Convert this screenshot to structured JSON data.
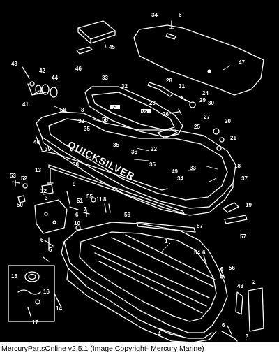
{
  "diagram": {
    "brand_text": "QUICKSILVER",
    "decal_text": "QS",
    "labels": [
      {
        "id": "34a",
        "text": "34"
      },
      {
        "id": "6a",
        "text": "6"
      },
      {
        "id": "45",
        "text": "45"
      },
      {
        "id": "46",
        "text": "46"
      },
      {
        "id": "47",
        "text": "47"
      },
      {
        "id": "43",
        "text": "43"
      },
      {
        "id": "42",
        "text": "42"
      },
      {
        "id": "44",
        "text": "44"
      },
      {
        "id": "41",
        "text": "41"
      },
      {
        "id": "33a",
        "text": "33"
      },
      {
        "id": "32a",
        "text": "32"
      },
      {
        "id": "28",
        "text": "28"
      },
      {
        "id": "31",
        "text": "31"
      },
      {
        "id": "24",
        "text": "24"
      },
      {
        "id": "29",
        "text": "29"
      },
      {
        "id": "30",
        "text": "30"
      },
      {
        "id": "58a",
        "text": "58"
      },
      {
        "id": "8a",
        "text": "8"
      },
      {
        "id": "32b",
        "text": "32"
      },
      {
        "id": "58b",
        "text": "58"
      },
      {
        "id": "23",
        "text": "23"
      },
      {
        "id": "26",
        "text": "26"
      },
      {
        "id": "25",
        "text": "25"
      },
      {
        "id": "27",
        "text": "27"
      },
      {
        "id": "20",
        "text": "20"
      },
      {
        "id": "35a",
        "text": "35"
      },
      {
        "id": "21",
        "text": "21"
      },
      {
        "id": "40",
        "text": "40"
      },
      {
        "id": "35b",
        "text": "35"
      },
      {
        "id": "22",
        "text": "22"
      },
      {
        "id": "39",
        "text": "39"
      },
      {
        "id": "36",
        "text": "36"
      },
      {
        "id": "18",
        "text": "18"
      },
      {
        "id": "38",
        "text": "38"
      },
      {
        "id": "35c",
        "text": "35"
      },
      {
        "id": "49",
        "text": "49"
      },
      {
        "id": "33b",
        "text": "33"
      },
      {
        "id": "34b",
        "text": "34"
      },
      {
        "id": "13",
        "text": "13"
      },
      {
        "id": "37",
        "text": "37"
      },
      {
        "id": "53",
        "text": "53"
      },
      {
        "id": "52",
        "text": "52"
      },
      {
        "id": "12",
        "text": "12"
      },
      {
        "id": "9",
        "text": "9"
      },
      {
        "id": "3a",
        "text": "3"
      },
      {
        "id": "50",
        "text": "50"
      },
      {
        "id": "51",
        "text": "51"
      },
      {
        "id": "55",
        "text": "55"
      },
      {
        "id": "11",
        "text": "11"
      },
      {
        "id": "8b",
        "text": "8"
      },
      {
        "id": "19",
        "text": "19"
      },
      {
        "id": "7",
        "text": "7"
      },
      {
        "id": "56a",
        "text": "56"
      },
      {
        "id": "6b",
        "text": "6"
      },
      {
        "id": "57a",
        "text": "57"
      },
      {
        "id": "10",
        "text": "10"
      },
      {
        "id": "57b",
        "text": "57"
      },
      {
        "id": "1",
        "text": "1"
      },
      {
        "id": "6c",
        "text": "6"
      },
      {
        "id": "5",
        "text": "5"
      },
      {
        "id": "54",
        "text": "54"
      },
      {
        "id": "6d",
        "text": "6"
      },
      {
        "id": "8c",
        "text": "8"
      },
      {
        "id": "56b",
        "text": "56"
      },
      {
        "id": "15",
        "text": "15"
      },
      {
        "id": "48",
        "text": "48"
      },
      {
        "id": "2",
        "text": "2"
      },
      {
        "id": "16",
        "text": "16"
      },
      {
        "id": "14",
        "text": "14"
      },
      {
        "id": "17",
        "text": "17"
      },
      {
        "id": "4",
        "text": "4"
      },
      {
        "id": "6e",
        "text": "6"
      },
      {
        "id": "3b",
        "text": "3"
      }
    ]
  },
  "footer": {
    "caption": "MercuryPartsOnline v2.5.1 (Image Copyright- Mercury Marine)"
  }
}
